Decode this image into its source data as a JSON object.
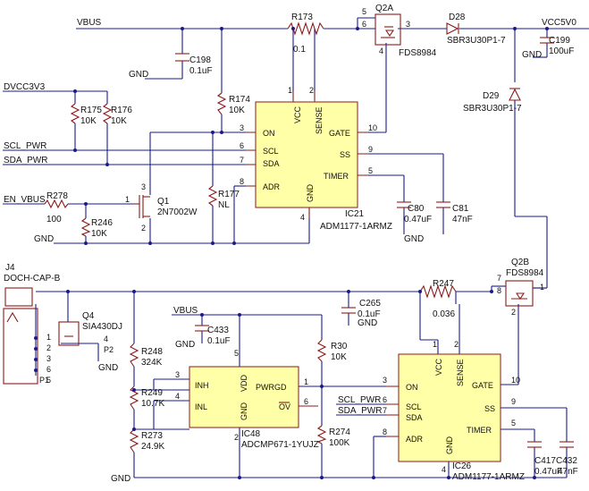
{
  "nets": {
    "vbus": "VBUS",
    "vcc5v0": "VCC5V0",
    "dvcc3v3": "DVCC3V3",
    "scl_pwr": "SCL_PWR",
    "sda_pwr": "SDA_PWR",
    "en_vbus": "EN_VBUS",
    "gnd": "GND"
  },
  "components": {
    "r173": {
      "ref": "R173",
      "val": "0.1"
    },
    "q2a": {
      "ref": "Q2A",
      "val": "FDS8984"
    },
    "d28": {
      "ref": "D28",
      "val": "SBR3U30P1-7"
    },
    "d29": {
      "ref": "D29",
      "val": "SBR3U30P1-7"
    },
    "c198": {
      "ref": "C198",
      "val": "0.1uF"
    },
    "c199": {
      "ref": "C199",
      "val": "100uF"
    },
    "r175": {
      "ref": "R175",
      "val": "10K"
    },
    "r176": {
      "ref": "R176",
      "val": "10K"
    },
    "r174": {
      "ref": "R174",
      "val": "10K"
    },
    "r177": {
      "ref": "R177",
      "val": "NL"
    },
    "r278": {
      "ref": "R278",
      "val": "100"
    },
    "r246": {
      "ref": "R246",
      "val": "10K"
    },
    "q1": {
      "ref": "Q1",
      "val": "2N7002W"
    },
    "ic21": {
      "ref": "IC21",
      "val": "ADM1177-1ARMZ"
    },
    "c80": {
      "ref": "C80",
      "val": "0.47uF"
    },
    "c81": {
      "ref": "C81",
      "val": "47nF"
    },
    "j4": {
      "ref": "J4",
      "val": "DOCH-CAP-B"
    },
    "q4": {
      "ref": "Q4",
      "val": "SIA430DJ"
    },
    "q2b": {
      "ref": "Q2B",
      "val": "FDS8984"
    },
    "r247": {
      "ref": "R247",
      "val": "0.036"
    },
    "c265": {
      "ref": "C265",
      "val": "0.1uF"
    },
    "c433": {
      "ref": "C433",
      "val": "0.1uF"
    },
    "r248": {
      "ref": "R248",
      "val": "324K"
    },
    "r249": {
      "ref": "R249",
      "val": "10.7K"
    },
    "r273": {
      "ref": "R273",
      "val": "24.9K"
    },
    "ic48": {
      "ref": "IC48",
      "val": "ADCMP671-1YUJZ"
    },
    "r30": {
      "ref": "R30",
      "val": "10K"
    },
    "r274": {
      "ref": "R274",
      "val": "100K"
    },
    "ic26": {
      "ref": "IC26",
      "val": "ADM1177-1ARMZ"
    },
    "c417": {
      "ref": "C417",
      "val": "0.47uF"
    },
    "c432": {
      "ref": "C432",
      "val": "47nF"
    }
  },
  "ic_pins": {
    "vcc": "VCC",
    "sense": "SENSE",
    "on": "ON",
    "gate": "GATE",
    "scl": "SCL",
    "sda": "SDA",
    "ss": "SS",
    "timer": "TIMER",
    "adr": "ADR",
    "gnd": "GND",
    "inh": "INH",
    "inl": "INL",
    "vdd": "VDD",
    "pwrgd": "PWRGD",
    "ov": "OV"
  },
  "pin_numbers": {
    "n1": "1",
    "n2": "2",
    "n3": "3",
    "n4": "4",
    "n5": "5",
    "n6": "6",
    "n7": "7",
    "n8": "8",
    "n9": "9",
    "n10": "10"
  },
  "p_labels": {
    "p1": "P1",
    "p2": "P2"
  }
}
